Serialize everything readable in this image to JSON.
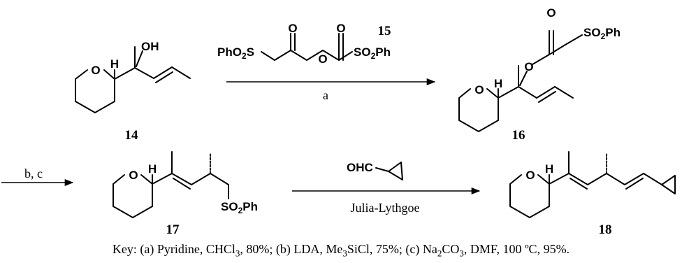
{
  "compounds": {
    "c14": {
      "number": "14",
      "groups": {
        "oh": "OH"
      }
    },
    "c15": {
      "number": "15",
      "groups": {
        "phenylsulfonyl_prefix": "PhO",
        "phenylsulfonyl_suffix": "SO"
      }
    },
    "c16": {
      "number": "16"
    },
    "c17": {
      "number": "17"
    },
    "c18": {
      "number": "18"
    }
  },
  "atoms": {
    "oxygen": "O",
    "hydrogen": "H",
    "sulfur": "S",
    "phenyl": "Ph",
    "subscript_2": "2"
  },
  "reagents": {
    "step1": "a",
    "step2": "b, c",
    "step3_reagent": "OHC",
    "step3_label": "Julia-Lythgoe"
  },
  "key": {
    "intro": "Key:",
    "a_prefix": "(a) Pyridine, CHCl",
    "a_sub": "3",
    "a_suffix": ", 80%;",
    "b_prefix": "(b) LDA, Me",
    "b_sub": "3",
    "b_suffix": "SiCl, 75%;",
    "c_prefix": "(c) Na",
    "c_sub1": "2",
    "c_mid": "CO",
    "c_sub2": "3",
    "c_suffix": ", DMF, 100 ºC, 95%."
  }
}
